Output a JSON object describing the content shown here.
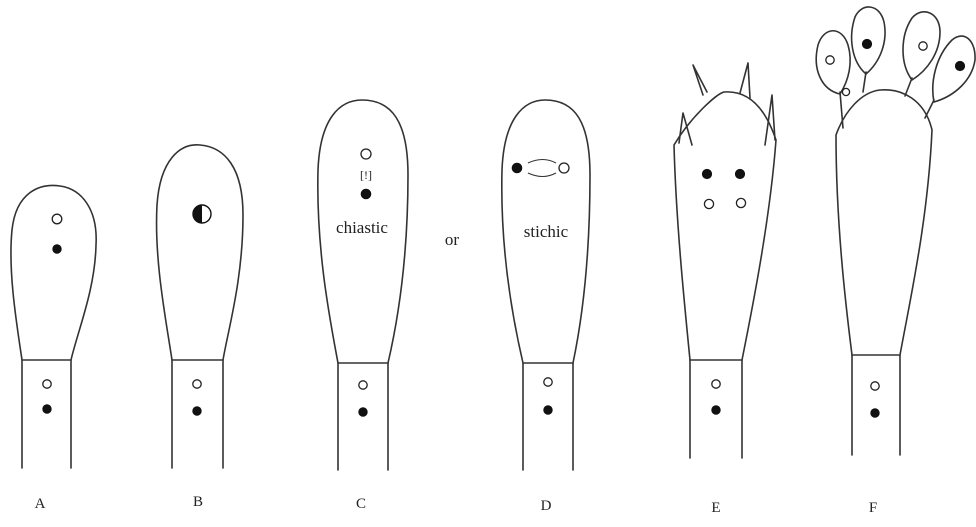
{
  "figure": {
    "panel_labels": [
      "A",
      "B",
      "C",
      "D",
      "E",
      "F"
    ],
    "annotations": {
      "chiastic": "chiastic",
      "or": "or",
      "stichic": "stichic",
      "bracket": "[!]"
    }
  }
}
